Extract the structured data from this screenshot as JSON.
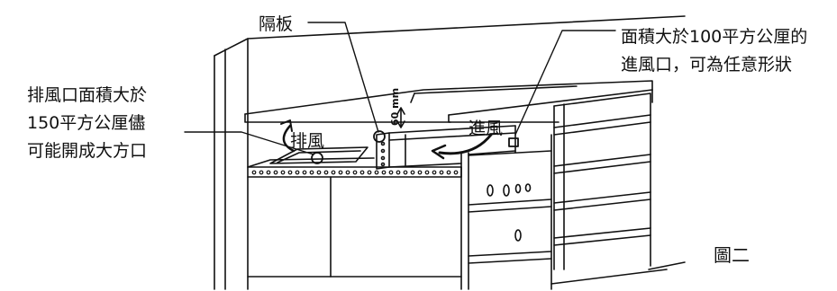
{
  "labels": {
    "divider": "隔板",
    "intake_area_line1": "面積大於100平方公厘的",
    "intake_area_line2": "進風口，可為任意形狀",
    "exhaust_area_line1": "排風口面積大於",
    "exhaust_area_line2": "150平方公厘儘",
    "exhaust_area_line3": "可能開成大方口",
    "exhaust_arrow": "排風",
    "intake_arrow": "進風",
    "gap_dimension": "60 mm",
    "figure_caption": "圖二"
  },
  "colors": {
    "line": "#111111",
    "background": "#ffffff"
  }
}
